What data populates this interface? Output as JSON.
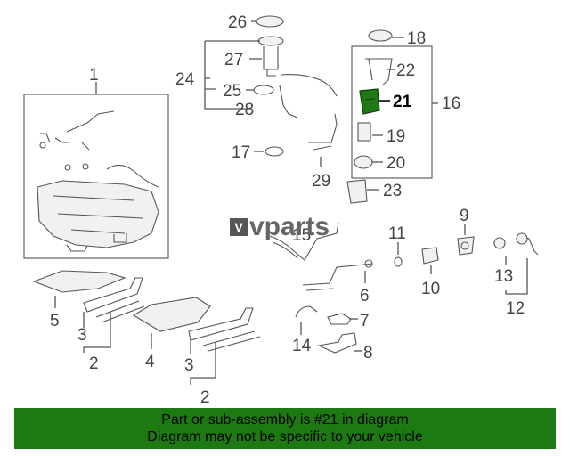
{
  "diagram": {
    "callouts": {
      "c1": "1",
      "c2a": "2",
      "c2b": "2",
      "c3a": "3",
      "c3b": "3",
      "c4": "4",
      "c5": "5",
      "c6": "6",
      "c7": "7",
      "c8": "8",
      "c9": "9",
      "c10": "10",
      "c11": "11",
      "c12": "12",
      "c13": "13",
      "c14": "14",
      "c15": "15",
      "c16": "16",
      "c17": "17",
      "c18": "18",
      "c19": "19",
      "c20": "20",
      "c21": "21",
      "c22": "22",
      "c23": "23",
      "c24": "24",
      "c25": "25",
      "c26": "26",
      "c27": "27",
      "c28": "28",
      "c29": "29"
    },
    "highlight_color": "#1f7a16"
  },
  "brand": {
    "mark": "V",
    "name": "vparts"
  },
  "footer": {
    "line1": "Part or sub-assembly is #21 in diagram",
    "line2": "Diagram may not be specific to your vehicle",
    "background": "#1d7a12"
  }
}
